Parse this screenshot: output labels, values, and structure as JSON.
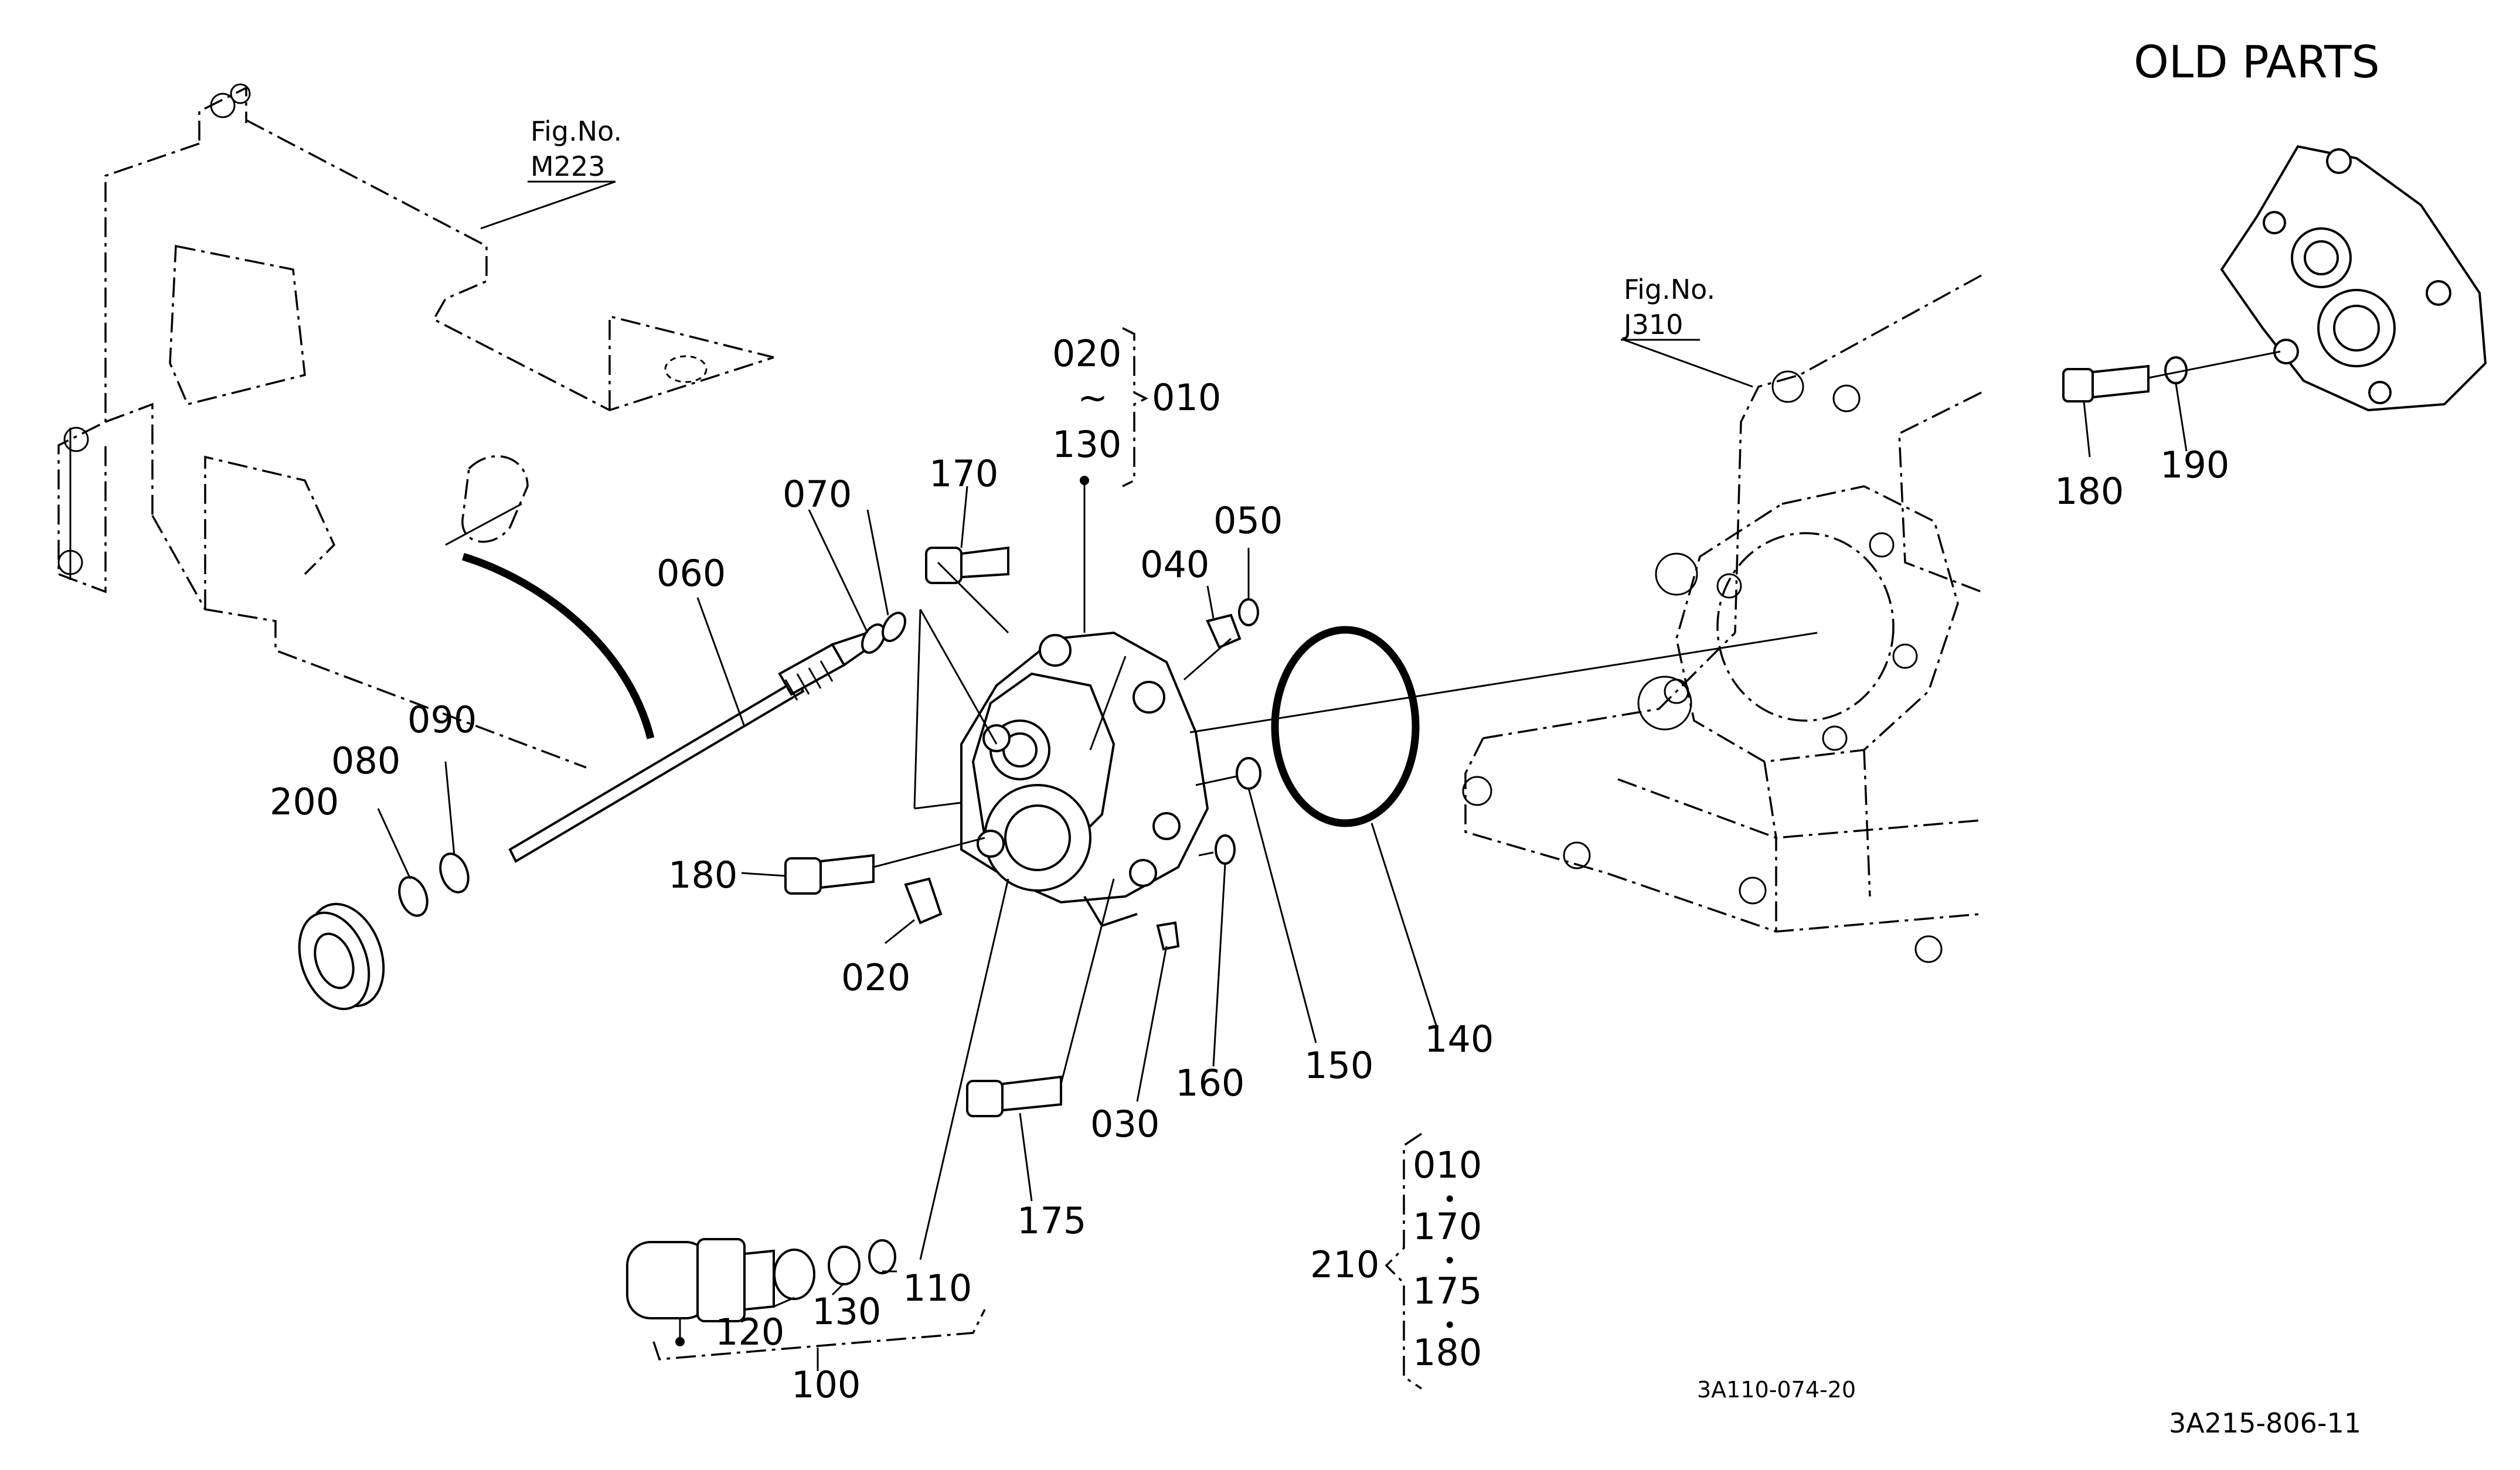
{
  "header": {
    "title": "OLD PARTS"
  },
  "references": [
    {
      "fig_label": "Fig.No.",
      "fig_no": "M223"
    },
    {
      "fig_label": "Fig.No.",
      "fig_no": "J310"
    }
  ],
  "codes": {
    "sub_drawing": "3A110-074-20",
    "drawing": "3A215-806-11"
  },
  "callouts": {
    "c010": "010",
    "c020_range": "020",
    "c130_range": "130",
    "tilde": "~",
    "c170": "170",
    "c070": "070",
    "c060": "060",
    "c040": "040",
    "c050": "050",
    "c090": "090",
    "c080": "080",
    "c200": "200",
    "c180": "180",
    "c020": "020",
    "c030": "030",
    "c160": "160",
    "c150": "150",
    "c140": "140",
    "c175": "175",
    "c120": "120",
    "c130": "130",
    "c110": "110",
    "c100": "100",
    "old180": "180",
    "old190": "190"
  },
  "kit": {
    "number": "210",
    "items": [
      "010",
      "170",
      "175",
      "180"
    ],
    "separator": "•"
  }
}
